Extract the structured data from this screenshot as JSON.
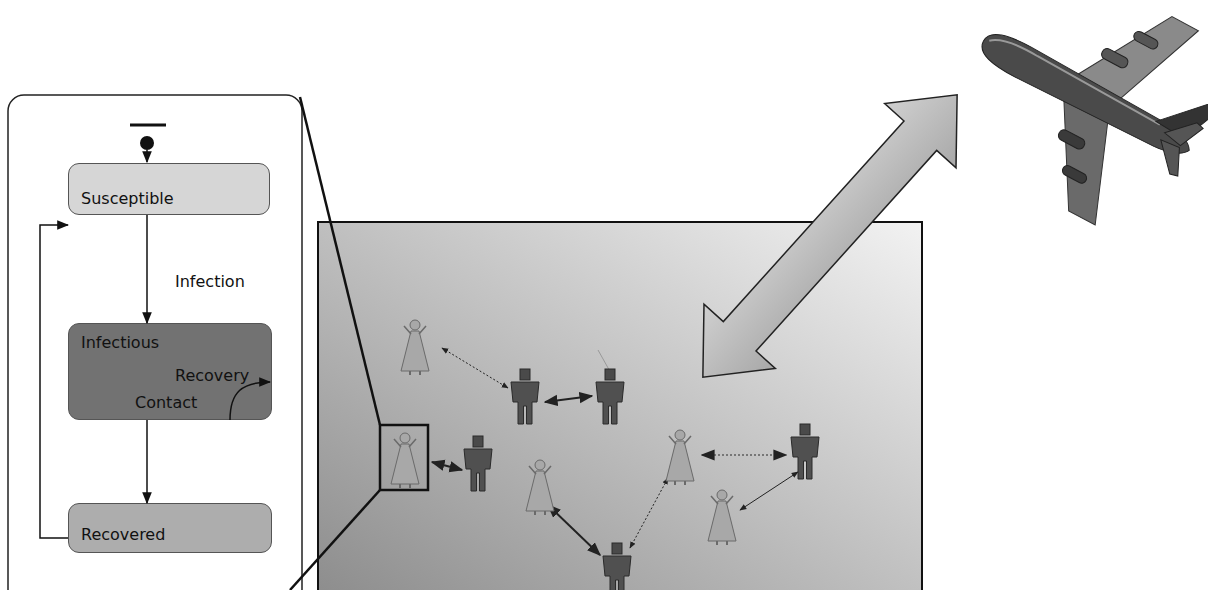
{
  "diagram": {
    "nodes": [
      {
        "text": [
          "Susceptible"
        ]
      },
      {
        "text": [
          "Infectious",
          "Contact"
        ]
      },
      {
        "text": [
          "Recovered"
        ]
      }
    ],
    "edges": [
      {
        "from": 0,
        "to": 1,
        "arrow": "to",
        "label": "Infection"
      },
      {
        "from": 1,
        "to": 2,
        "arrow": "to",
        "label": "Recovery"
      },
      {
        "from": 2,
        "to": 0,
        "arrow": "to"
      }
    ]
  }
}
